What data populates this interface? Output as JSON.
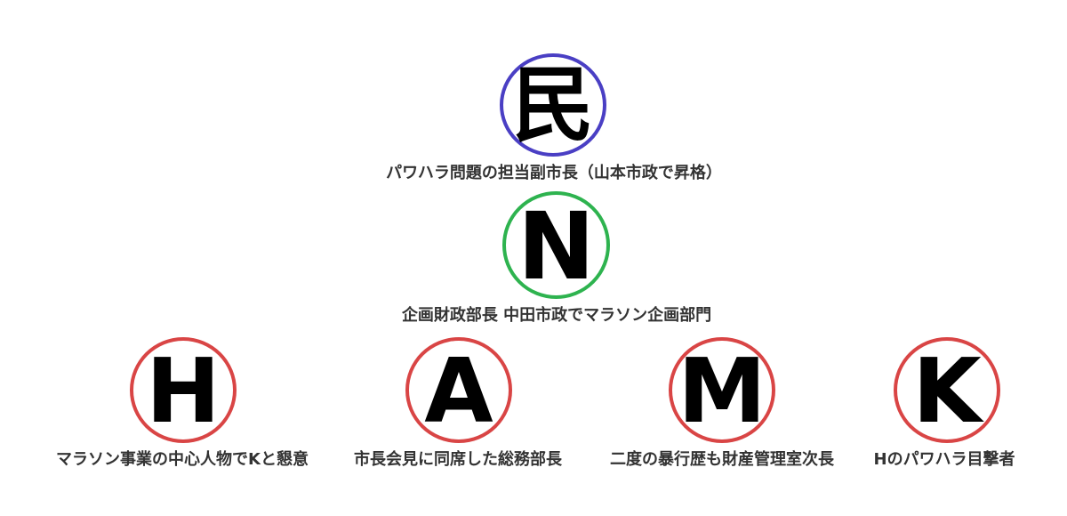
{
  "diagram": {
    "colors": {
      "top": "#4a3fc4",
      "middle": "#2eb34f",
      "bottom": "#d94545",
      "text": "#333333"
    },
    "nodes": [
      {
        "id": "min",
        "glyph": "民",
        "label": "パワハラ問題の担当副市長（山本市政で昇格）"
      },
      {
        "id": "N",
        "glyph": "N",
        "label": "企画財政部長 中田市政でマラソン企画部門"
      },
      {
        "id": "H",
        "glyph": "H",
        "label": "マラソン事業の中心人物でKと懇意"
      },
      {
        "id": "A",
        "glyph": "A",
        "label": "市長会見に同席した総務部長"
      },
      {
        "id": "M",
        "glyph": "M",
        "label": "二度の暴行歴も財産管理室次長"
      },
      {
        "id": "K",
        "glyph": "K",
        "label": "Hのパワハラ目撃者"
      }
    ]
  }
}
